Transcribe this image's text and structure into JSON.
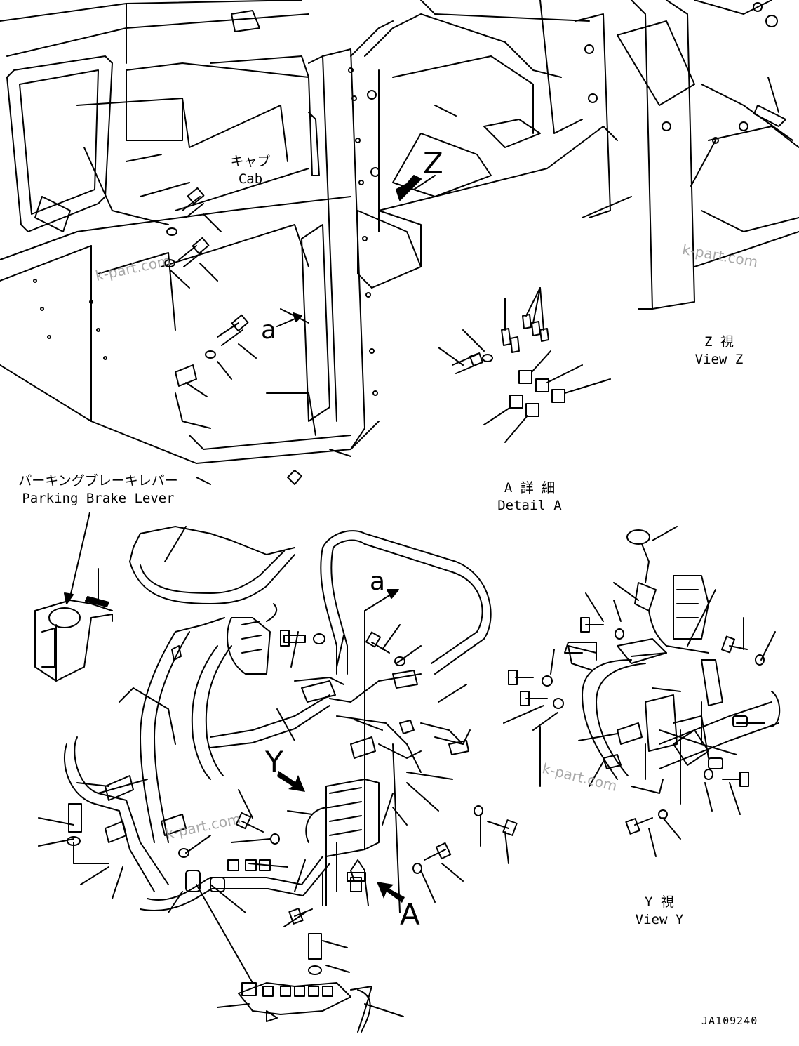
{
  "labels": {
    "cab": {
      "jp": "キャブ",
      "en": "Cab"
    },
    "view_z": {
      "jp": "Z 視",
      "en": "View Z"
    },
    "detail_a": {
      "jp": "A 詳 細",
      "en": "Detail A"
    },
    "parking": {
      "jp": "パーキングブレーキレバー",
      "en": "Parking Brake Lever"
    },
    "view_y": {
      "jp": "Y 視",
      "en": "View Y"
    }
  },
  "markers": {
    "a_upper": "a",
    "z": "Z",
    "a_lower": "a",
    "y": "Y",
    "A": "A"
  },
  "watermark": "k-part.com",
  "drawing_code": "JA109240",
  "colors": {
    "line": "#000000",
    "watermark": "#9a9a9a",
    "background": "#ffffff"
  }
}
